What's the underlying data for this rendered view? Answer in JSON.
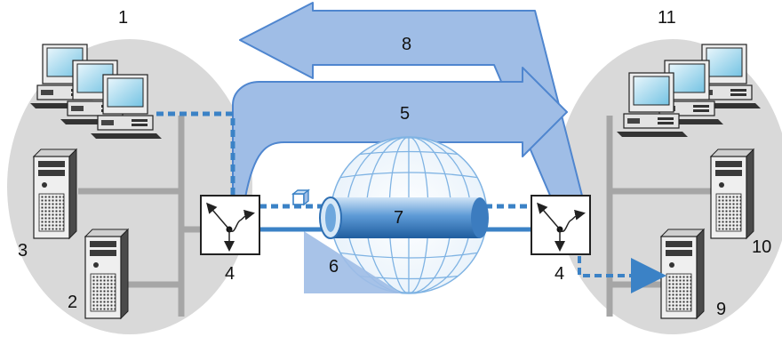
{
  "labels": {
    "site_left": "1",
    "server_bottom_left": "2",
    "server_top_left": "3",
    "router_left": "4",
    "router_right": "4",
    "arrow_outbound": "5",
    "wedge": "6",
    "tunnel": "7",
    "arrow_return": "8",
    "server_bottom_right": "9",
    "server_top_right": "10",
    "site_right": "11"
  },
  "colors": {
    "site_ellipse": "#d9d9d9",
    "bus_line": "#a6a6a6",
    "arrow_fill": "#9fbde6",
    "arrow_stroke": "#4f86cf",
    "link_blue": "#3b82c6",
    "globe": "#7fb3e3",
    "tunnel": "#5d9ad6",
    "device_dark": "#333333"
  },
  "icons": {
    "workstation": "desktop-computer-icon",
    "server": "tower-server-icon",
    "router": "router-icon",
    "packet": "data-packet-icon",
    "globe": "globe-icon"
  }
}
